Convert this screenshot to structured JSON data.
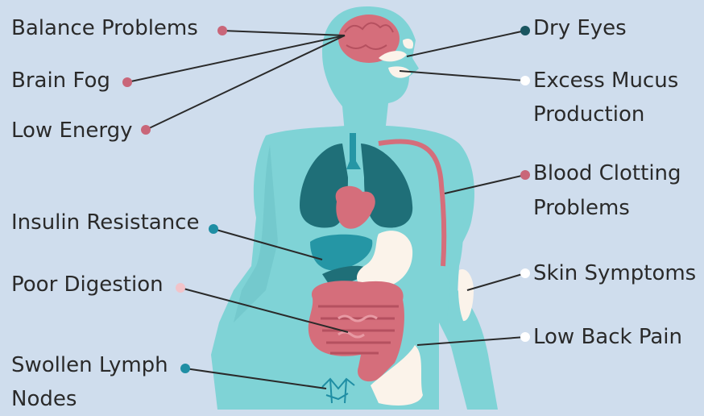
{
  "labels": {
    "balance": "Balance Problems",
    "brain_fog": "Brain Fog",
    "low_energy": "Low Energy",
    "insulin": "Insulin Resistance",
    "digestion": "Poor Digestion",
    "lymph_1": "Swollen Lymph",
    "lymph_2": "Nodes",
    "dry_eyes": "Dry Eyes",
    "mucus_1": "Excess Mucus",
    "mucus_2": "Production",
    "clotting_1": "Blood Clotting",
    "clotting_2": "Problems",
    "skin": "Skin Symptoms",
    "back": "Low Back Pain"
  },
  "colors": {
    "background": "#cfdded",
    "body": "#7fd3d6",
    "body_shade": "#6cc3c7",
    "lungs": "#1f6f78",
    "organ_pink": "#d56e7b",
    "organ_teal": "#2596a5",
    "stomach": "#fbf3ea",
    "dot_pink": "#c96679",
    "dot_teal": "#1f8ea4",
    "dot_white": "#ffffff"
  }
}
